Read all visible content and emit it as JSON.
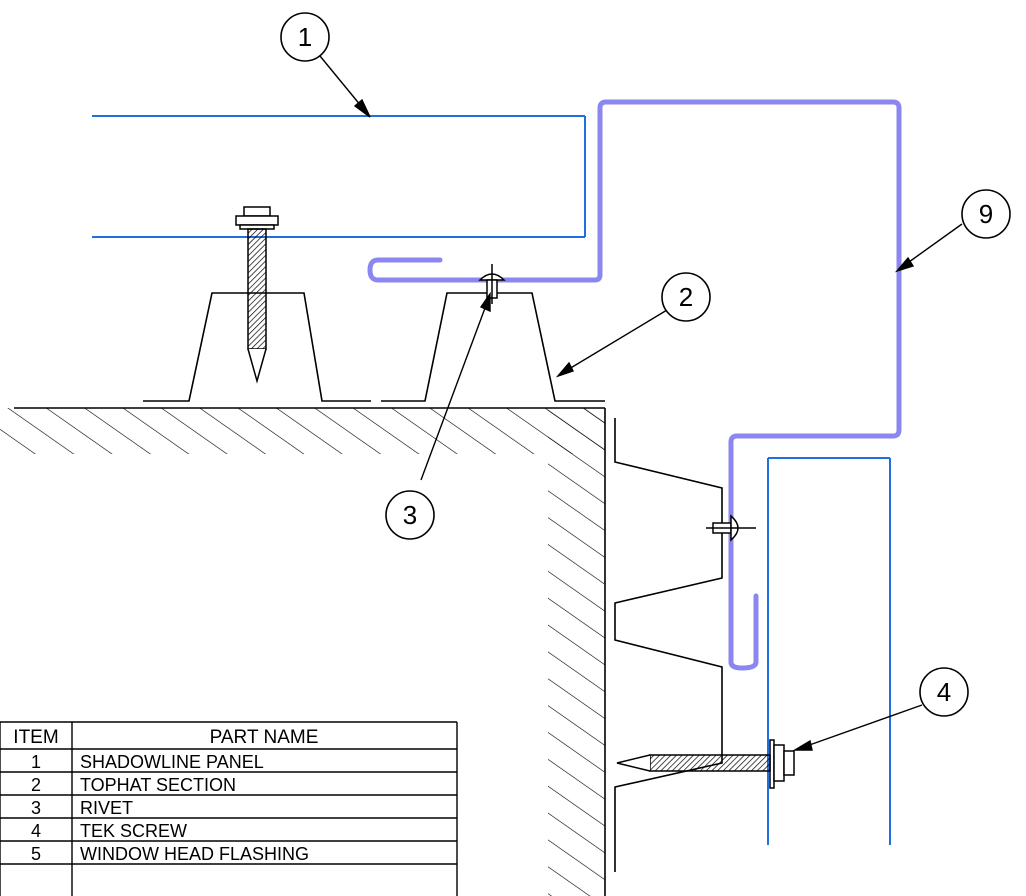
{
  "callouts": [
    {
      "label": "1"
    },
    {
      "label": "2"
    },
    {
      "label": "3"
    },
    {
      "label": "4"
    },
    {
      "label": "9"
    }
  ],
  "parts_table": {
    "headers": {
      "item": "ITEM",
      "part_name": "PART NAME"
    },
    "rows": [
      {
        "item": "1",
        "name": "SHADOWLINE PANEL"
      },
      {
        "item": "2",
        "name": "TOPHAT SECTION"
      },
      {
        "item": "3",
        "name": "RIVET"
      },
      {
        "item": "4",
        "name": "TEK SCREW"
      },
      {
        "item": "5",
        "name": "WINDOW HEAD FLASHING"
      }
    ]
  },
  "colors": {
    "panel_line": "#1f6fe0",
    "flashing": "#8c86f0",
    "ink": "#000000"
  }
}
